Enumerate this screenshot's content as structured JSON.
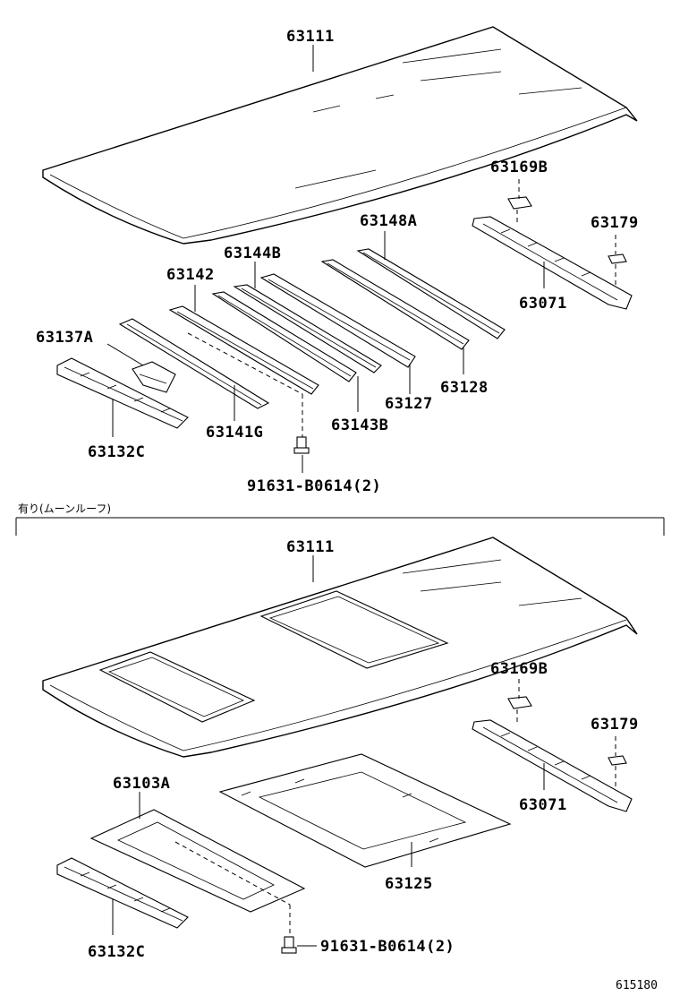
{
  "section_top": {
    "parts": {
      "roof_panel": "63111",
      "bracket_63169b": "63169B",
      "clip_63179": "63179",
      "header_front": "63071",
      "reinf_63148a": "63148A",
      "reinf_63144b": "63144B",
      "reinf_63142": "63142",
      "reinf_63137a": "63137A",
      "header_rear": "63132C",
      "reinf_63141g": "63141G",
      "reinf_63143b": "63143B",
      "reinf_63127": "63127",
      "reinf_63128": "63128",
      "bolt": "91631-B0614(2)"
    }
  },
  "section_bottom": {
    "caption": "有り(ムーンルーフ)",
    "parts": {
      "roof_panel": "63111",
      "bracket_63169b": "63169B",
      "clip_63179": "63179",
      "header_front": "63071",
      "frame_63103a": "63103A",
      "frame_63125": "63125",
      "header_rear": "63132C",
      "bolt": "91631-B0614(2)"
    }
  },
  "figure_id": "615180"
}
